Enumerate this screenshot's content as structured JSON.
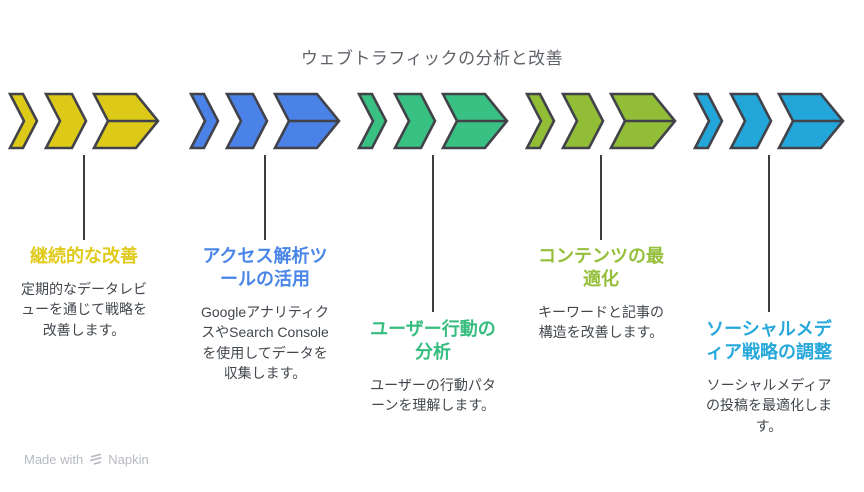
{
  "title": "ウェブトラフィックの分析と改善",
  "steps": [
    {
      "heading": "アクセス解析ツ\nールの活用",
      "body": "Googleアナリティク\nスやSearch Console\nを使用してデータを\n収集します。",
      "fill": "#4a82e8",
      "heading_color": "#4a86e8"
    },
    {
      "heading": "ユーザー行動の\n分析",
      "body": "ユーザーの行動パタ\nーンを理解します。",
      "fill": "#39c083",
      "heading_color": "#35bc7e"
    },
    {
      "heading": "コンテンツの最\n適化",
      "body": "キーワードと記事の\n構造を改善します。",
      "fill": "#92bd37",
      "heading_color": "#95bf3a"
    },
    {
      "heading": "ソーシャルメデ\nィア戦略の調整",
      "body": "ソーシャルメディア\nの投稿を最適化しま\nす。",
      "fill": "#23a7da",
      "heading_color": "#27a8da"
    },
    {
      "heading": "継続的な改善",
      "body": "定期的なデータレビ\nューを通じて戦略を\n改善します。",
      "fill": "#ddc918",
      "heading_color": "#e0cb1d"
    }
  ],
  "watermark": {
    "prefix": "Made with",
    "brand": "Napkin"
  },
  "colors": {
    "outline": "#42434a",
    "title_text": "#5f6368",
    "body_text": "#42474d",
    "connector": "#3d3d3d",
    "watermark_text": "#b6bac0"
  }
}
